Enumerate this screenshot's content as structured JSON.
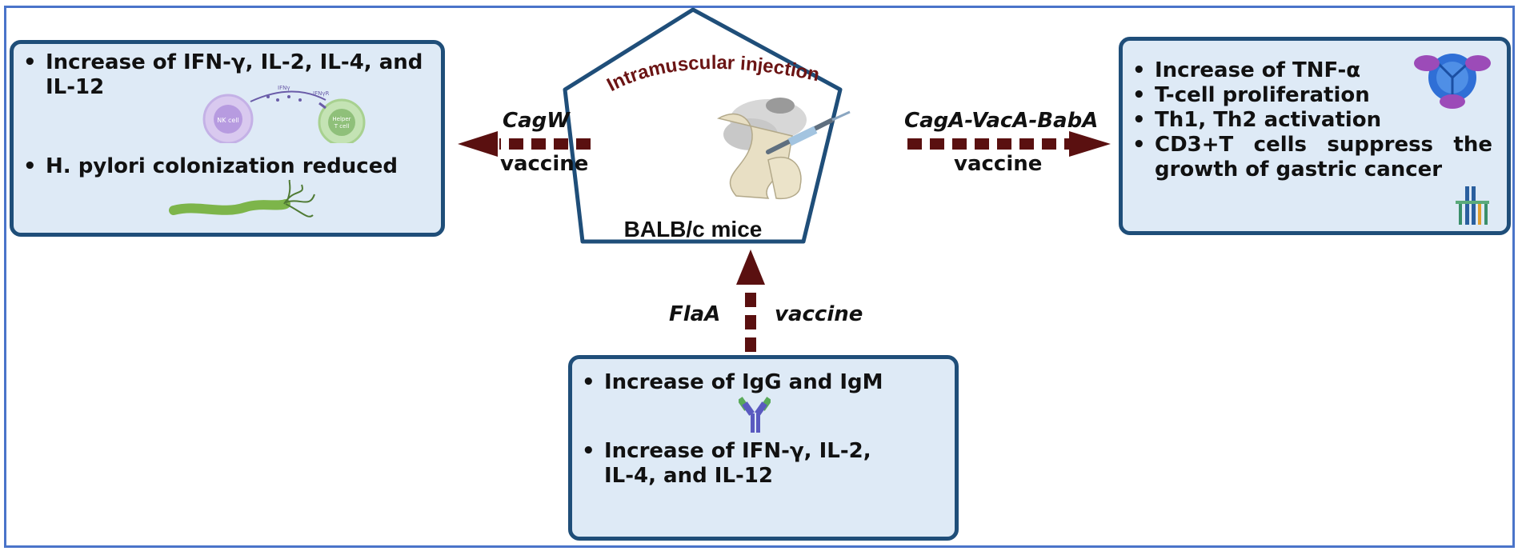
{
  "center": {
    "top_text": "Intramuscular injection",
    "bottom_text": "BALB/c mice"
  },
  "left_arrow": {
    "name": "CagW",
    "word": "vaccine"
  },
  "right_arrow": {
    "name": "CagA-VacA-BabA",
    "word": "vaccine"
  },
  "bottom_arrow": {
    "name": "FlaA",
    "word": "vaccine"
  },
  "left_box": {
    "items": [
      "Increase of IFN-γ, IL-2, IL-4, and IL-12",
      "H. pylori colonization reduced"
    ],
    "cell_labels": [
      "NK cell",
      "Helper T cell",
      "IFNγ",
      "IFNγR"
    ]
  },
  "right_box": {
    "items": [
      "Increase of TNF-α",
      "T-cell proliferation",
      "Th1, Th2 activation",
      "CD3+T cells suppress the growth of gastric cancer"
    ]
  },
  "bottom_box": {
    "items": [
      "Increase of IgG and IgM",
      "Increase of IFN-γ, IL-2, IL-4, and IL-12"
    ]
  },
  "colors": {
    "border_blue": "#4a74c9",
    "box_border": "#1f4e79",
    "box_fill": "#deeaf6",
    "arrow": "#5a1010",
    "title_text": "#6b1414"
  },
  "icons": [
    "mouse-injection-illustration",
    "cell-interaction-icon",
    "bacterium-icon",
    "tnf-protein-icon",
    "receptor-icon",
    "antibody-icon"
  ]
}
